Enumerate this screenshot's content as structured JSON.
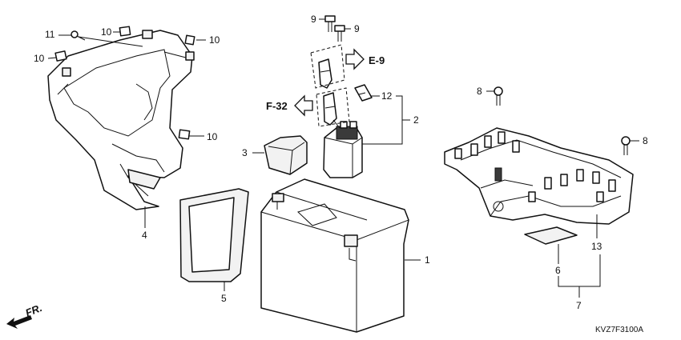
{
  "diagram": {
    "callouts": {
      "c1": "1",
      "c2": "2",
      "c3": "3",
      "c4": "4",
      "c5": "5",
      "c6": "6",
      "c7": "7",
      "c8a": "8",
      "c8b": "8",
      "c9a": "9",
      "c9b": "9",
      "c10a": "10",
      "c10b": "10",
      "c10c": "10",
      "c10d": "10",
      "c11": "11",
      "c12": "12",
      "c13": "13"
    },
    "references": {
      "e9": "E-9",
      "f32": "F-32"
    },
    "front_label": "FR.",
    "drawing_code": "KVZ7F3100A"
  }
}
